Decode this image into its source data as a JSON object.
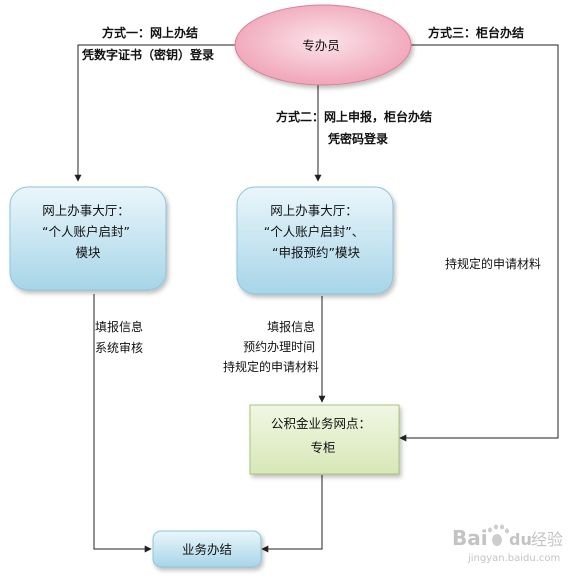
{
  "nodes": {
    "officer": "专办员",
    "hall_left": [
      "网上办事大厅：",
      "“个人账户启封”",
      "模块"
    ],
    "hall_mid": [
      "网上办事大厅：",
      "“个人账户启封”、",
      "“申报预约”模块"
    ],
    "counter": [
      "公积金业务网点：",
      "专柜"
    ],
    "done": "业务办结"
  },
  "methods": {
    "one": [
      "方式一：网上办结",
      "凭数字证书（密钥）登录"
    ],
    "two": [
      "方式二：网上申报，柜台办结",
      "凭密码登录"
    ],
    "three": "方式三：柜台办结"
  },
  "edge_labels": {
    "left_steps": [
      "填报信息",
      "系统审核"
    ],
    "mid_steps": [
      "填报信息",
      "预约办理时间",
      "持规定的申请材料"
    ],
    "right_steps": "持规定的申请材料"
  },
  "colors": {
    "ellipse_fill": "#f2b8c6",
    "ellipse_edge": "#d97f99",
    "blue_top": "#eaf6fb",
    "blue_bottom": "#a7d5e8",
    "blue_edge": "#8ec5dd",
    "green_fill": "#e5f0cf",
    "green_edge": "#a9c47c",
    "line": "#222222"
  },
  "watermark": [
    "Bai",
    "du",
    "经验",
    "jingyan.baidu.com"
  ]
}
